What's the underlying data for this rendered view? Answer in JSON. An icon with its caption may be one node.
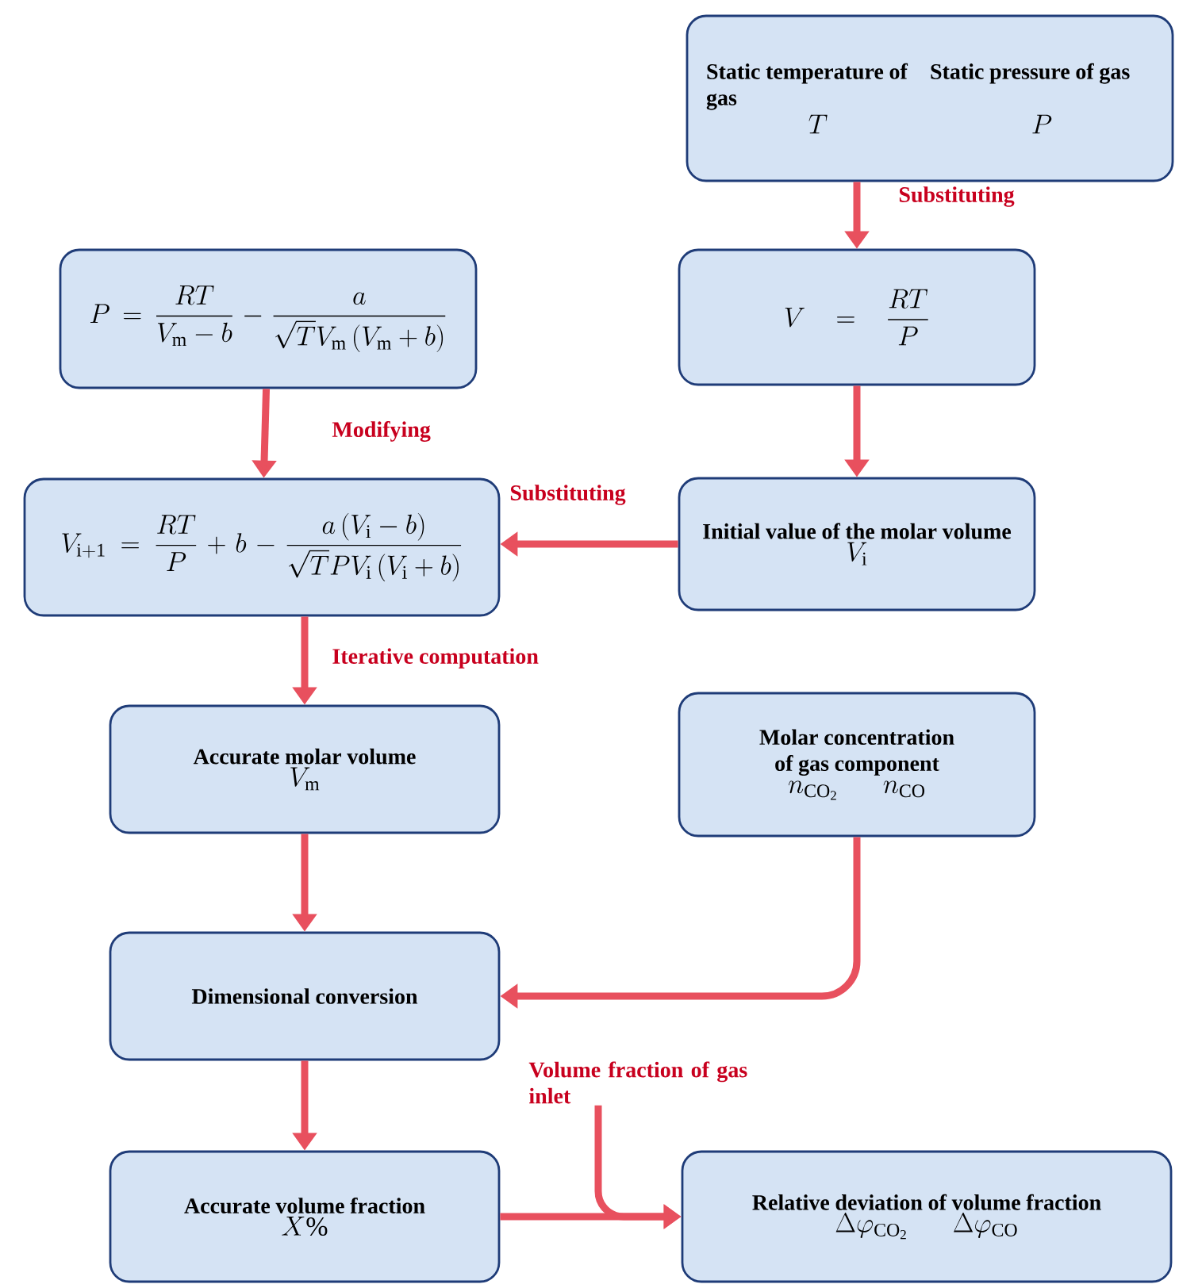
{
  "diagram": {
    "nodes": [
      {
        "text": [
          "Static temperature of gas",
          "Static pressure of gas",
          "T",
          "P"
        ]
      },
      {
        "text": [
          "V=\\frac{RT}{P}"
        ]
      },
      {
        "text": [
          "P=\\frac{RT}{V_{\\mathrm{m}}-b}-\\frac{a}{\\sqrt{T}V_{\\mathrm{m}}\\left(V_{\\mathrm{m}}+b\\right)}"
        ]
      },
      {
        "text": [
          "V_{\\mathrm{i+1}}=\\frac{RT}{P}+b-\\frac{a\\left(V_{\\mathrm{i}}-b\\right)}{\\sqrt{T}PV_{\\mathrm{i}}\\left(V_{\\mathrm{i}}+b\\right)}"
        ]
      },
      {
        "text": [
          "Initial value of the molar volume",
          "V_{\\mathrm{i}}"
        ]
      },
      {
        "text": [
          "Accurate molar volume",
          "V_{\\mathrm{m}}"
        ]
      },
      {
        "text": [
          "Molar concentration of gas component",
          "n_{\\mathrm{CO_2}}",
          "n_{\\mathrm{CO}}"
        ]
      },
      {
        "text": [
          "Dimensional conversion"
        ]
      },
      {
        "text": [
          "Accurate volume fraction",
          "X\\%"
        ]
      },
      {
        "text": [
          "Relative deviation of volume fraction",
          "\\Delta\\varphi_{\\mathrm{CO_2}}",
          "\\Delta\\varphi_{\\mathrm{CO}}"
        ]
      },
      {
        "text": [
          "Volume fraction of gas inlet"
        ]
      }
    ],
    "edges": [
      {
        "from": 0,
        "to": 1,
        "arrow": "to",
        "label": "Substituting"
      },
      {
        "from": 1,
        "to": 4,
        "arrow": "to"
      },
      {
        "from": 2,
        "to": 3,
        "arrow": "to",
        "label": "Modifying"
      },
      {
        "from": 4,
        "to": 3,
        "arrow": "to",
        "label": "Substituting"
      },
      {
        "from": 3,
        "to": 5,
        "arrow": "to",
        "label": "Iterative computation"
      },
      {
        "from": 5,
        "to": 7,
        "arrow": "to"
      },
      {
        "from": 6,
        "to": 7,
        "arrow": "to"
      },
      {
        "from": 7,
        "to": 8,
        "arrow": "to"
      },
      {
        "from": 8,
        "to": 9,
        "arrow": "to"
      },
      {
        "from": 10,
        "to": 9,
        "arrow": "to"
      }
    ]
  }
}
